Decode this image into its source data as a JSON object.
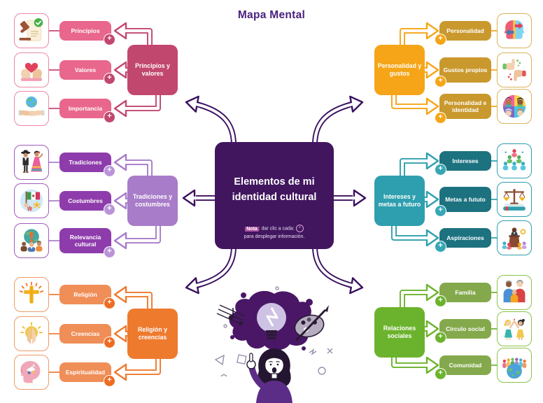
{
  "title": "Mapa Mental",
  "plus": "+",
  "center": {
    "line1": "Elementos de mi",
    "line2": "identidad cultural",
    "note_label": "Nota",
    "note_text": ": dar clic a cada:",
    "note_line2": "para desplegar información."
  },
  "palette": {
    "background": "#ffffff",
    "title_text": "#4b2080",
    "center_box": "#41165f",
    "center_arrows": "#3a1060",
    "note_highlight": "#aa4f9e"
  },
  "branches": [
    {
      "label": "Principios y valores",
      "side": "left",
      "colors": {
        "main": "#c2476f",
        "sub": "#e9678c",
        "badge": "#c2476f",
        "icon_border": "#ef87a4",
        "arrow": "#c2476f"
      },
      "children": [
        {
          "label": "Principios",
          "icon": "gavel-check-icon"
        },
        {
          "label": "Valores",
          "icon": "hands-heart-icon"
        },
        {
          "label": "Importancia",
          "icon": "globe-handshake-icon"
        }
      ]
    },
    {
      "label": "Tradiciones y costumbres",
      "side": "left",
      "colors": {
        "main": "#a87cc9",
        "sub": "#8e3cac",
        "badge": "#b994d9",
        "icon_border": "#a15bbd",
        "arrow": "#a87cc9"
      },
      "children": [
        {
          "label": "Tradiciones",
          "icon": "folk-dancers-icon"
        },
        {
          "label": "Costumbres",
          "icon": "mexican-flag-icon"
        },
        {
          "label": "Relevancia cultural",
          "icon": "culture-alert-icon"
        }
      ]
    },
    {
      "label": "Religión y creencias",
      "side": "left",
      "colors": {
        "main": "#ee7a2e",
        "sub": "#f08e58",
        "badge": "#ed6c22",
        "icon_border": "#f09a66",
        "arrow": "#ee7a2e"
      },
      "children": [
        {
          "label": "Religión",
          "icon": "cross-icon"
        },
        {
          "label": "Creencias",
          "icon": "praying-hands-icon"
        },
        {
          "label": "Espiritualidad",
          "icon": "mind-spirit-icon"
        }
      ]
    },
    {
      "label": "Personalidad y gustos",
      "side": "right",
      "colors": {
        "main": "#f5a517",
        "sub": "#c9992e",
        "badge": "#f5a517",
        "icon_border": "#d9b35a",
        "arrow": "#f5a517"
      },
      "children": [
        {
          "label": "Personalidad",
          "icon": "heads-arrows-icon"
        },
        {
          "label": "Gustos propios",
          "icon": "thumbs-icon"
        },
        {
          "label": "Personalidad e identidad",
          "icon": "diverse-faces-icon"
        }
      ]
    },
    {
      "label": "Intereses y metas a futuro",
      "side": "right",
      "colors": {
        "main": "#2e9fae",
        "sub": "#1d7280",
        "badge": "#35a7b5",
        "icon_border": "#2e9fae",
        "arrow": "#2e9fae"
      },
      "children": [
        {
          "label": "Intereses",
          "icon": "people-pyramid-icon"
        },
        {
          "label": "Metas a fututo",
          "icon": "scales-book-icon"
        },
        {
          "label": "Aspiraciones",
          "icon": "podium-speaker-icon"
        }
      ]
    },
    {
      "label": "Relaciones sociales",
      "side": "right",
      "colors": {
        "main": "#6cb32d",
        "sub": "#84a94c",
        "badge": "#6cb32d",
        "icon_border": "#8bc34a",
        "arrow": "#6cb32d"
      },
      "children": [
        {
          "label": "Familia",
          "icon": "family-icon"
        },
        {
          "label": "Círculo social",
          "icon": "highfive-icon"
        },
        {
          "label": "Comunidad",
          "icon": "people-globe-icon"
        }
      ]
    }
  ]
}
